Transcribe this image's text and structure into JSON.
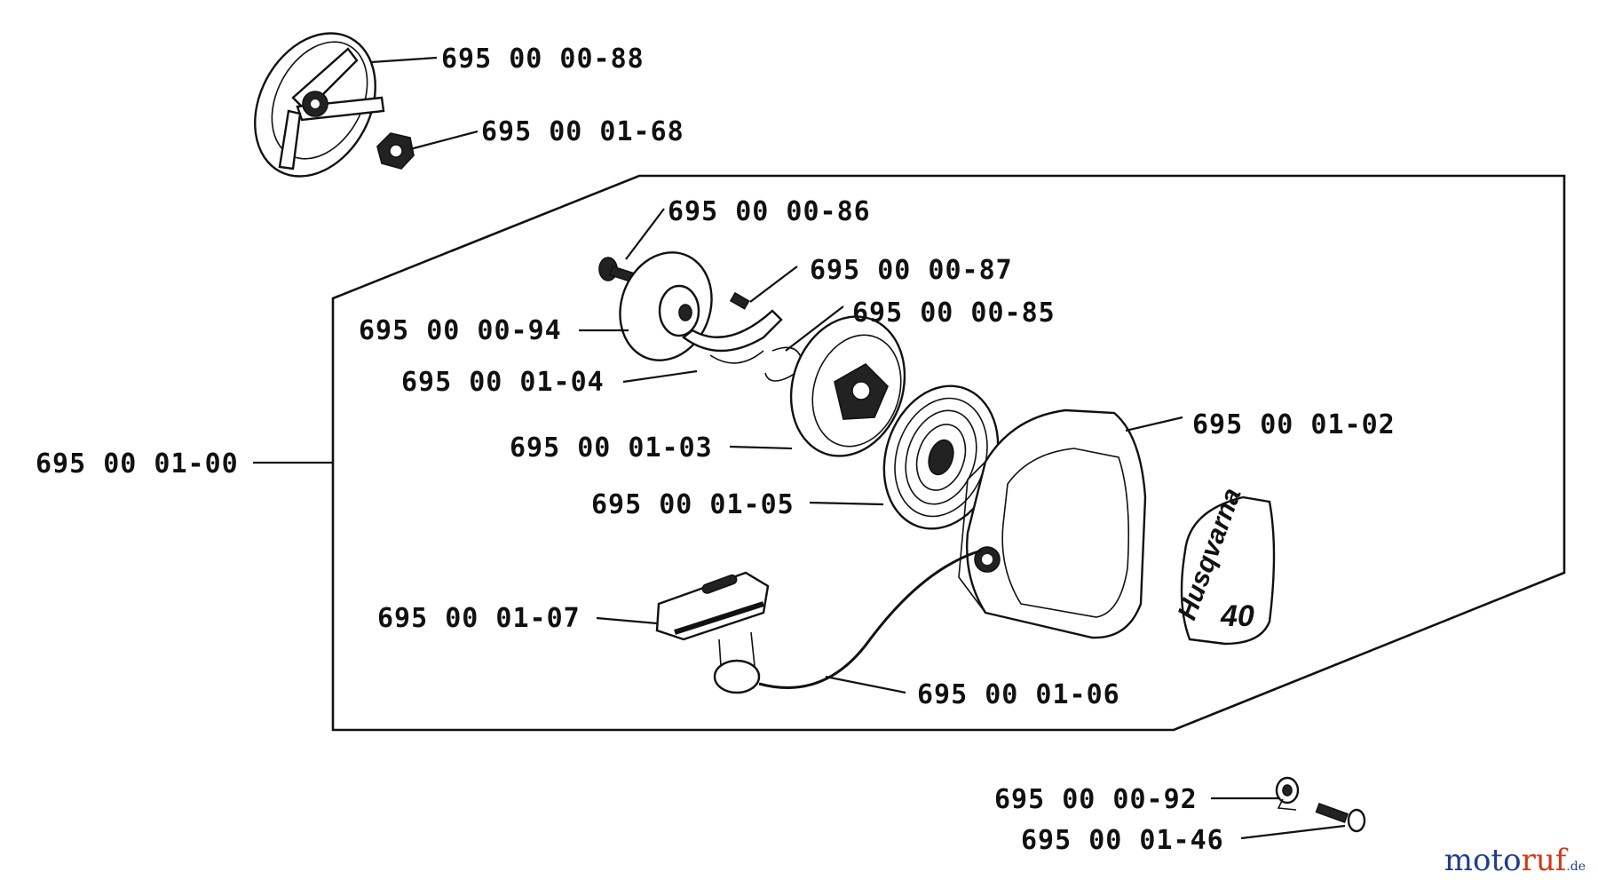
{
  "diagram": {
    "labels": {
      "p_00_88": "695 00 00-88",
      "p_01_68": "695 00 01-68",
      "p_00_86": "695 00 00-86",
      "p_00_87": "695 00 00-87",
      "p_00_85": "695 00 00-85",
      "p_00_94": "695 00 00-94",
      "p_01_04": "695 00 01-04",
      "p_01_02": "695 00 01-02",
      "p_01_03": "695 00 01-03",
      "p_01_00": "695 00 01-00",
      "p_01_05": "695 00 01-05",
      "p_01_07": "695 00 01-07",
      "p_01_06": "695 00 01-06",
      "p_00_92": "695 00 00-92",
      "p_01_46": "695 00 01-46"
    },
    "decal": {
      "brand": "Husqvarna",
      "model": "40"
    }
  },
  "watermark": {
    "part1": "moto",
    "part2": "ruf",
    "suffix": ".de"
  }
}
